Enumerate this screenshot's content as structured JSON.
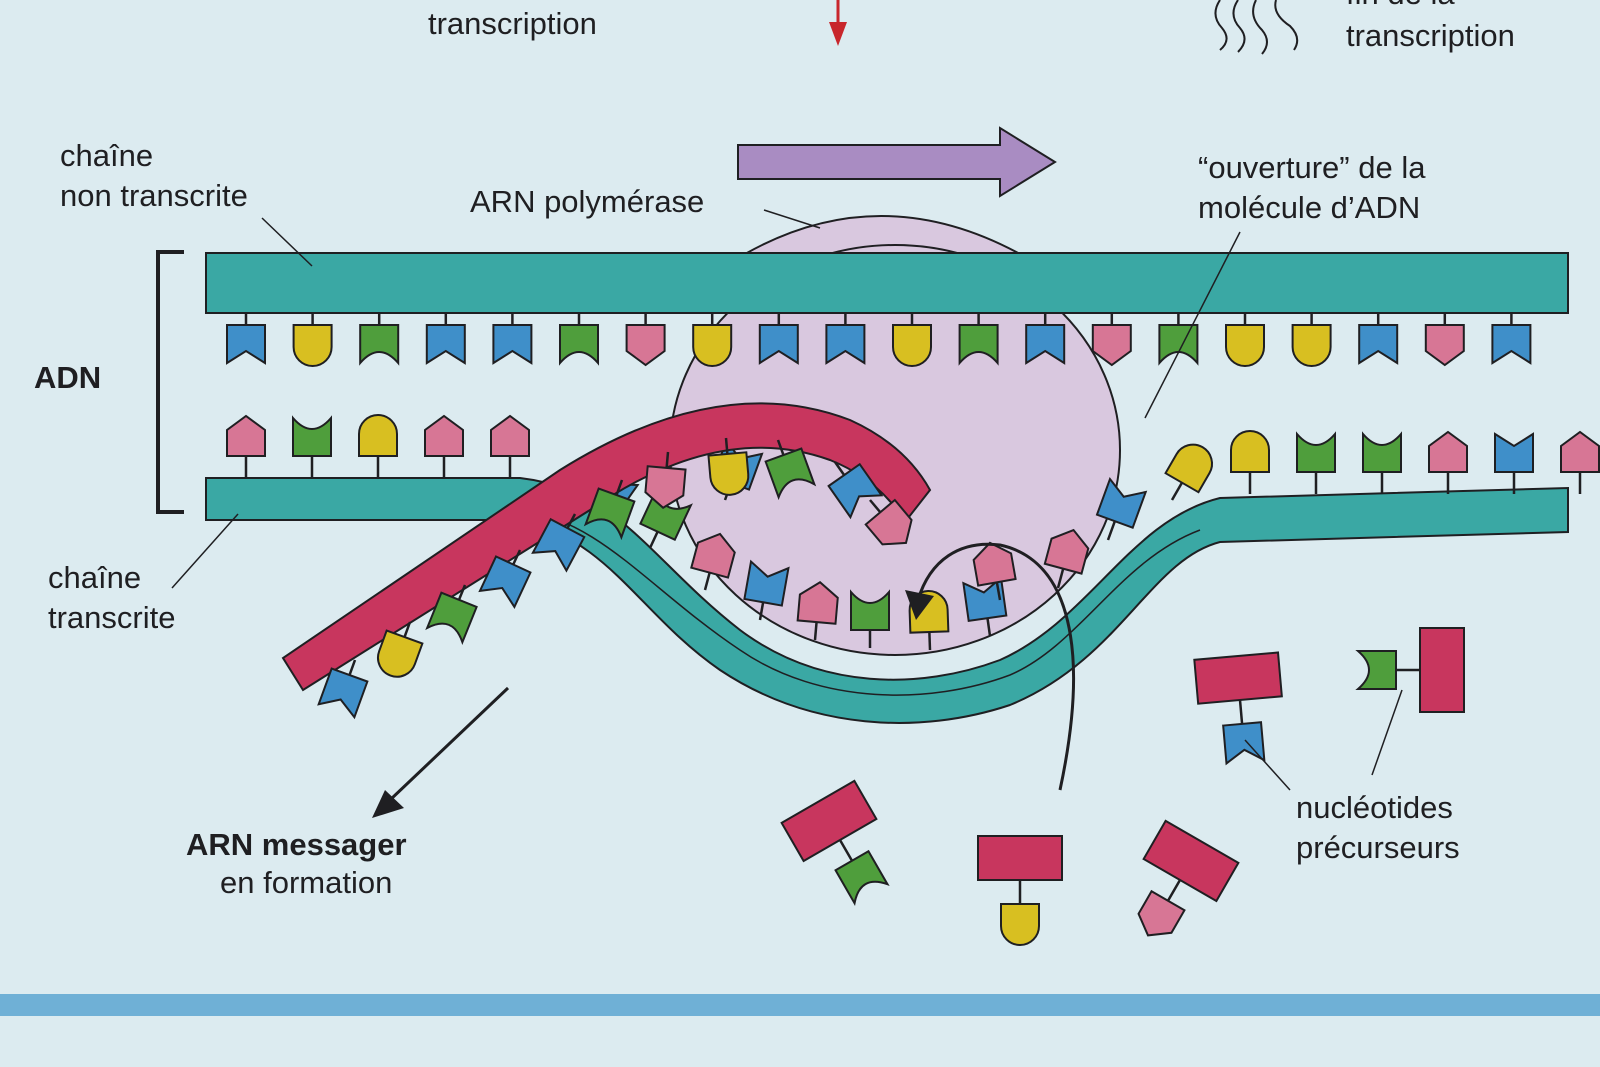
{
  "labels": {
    "top_left": "transcription",
    "top_right": "transcription",
    "top_right_cut": "fin de la",
    "non_transcribed_l1": "chaîne",
    "non_transcribed_l2": "non transcrite",
    "rna_polymerase": "ARN polymérase",
    "opening_l1": "“ouverture” de la",
    "opening_l2": "molécule d’ADN",
    "dna": "ADN",
    "transcribed_l1": "chaîne",
    "transcribed_l2": "transcrite",
    "mrna_l1": "ARN messager",
    "mrna_l2": "en formation",
    "nucleotides_l1": "nucléotides",
    "nucleotides_l2": "précurseurs"
  },
  "colors": {
    "dna_strand": "#3aa8a4",
    "rna_strand": "#c8365e",
    "polymerase": "#d9c8df",
    "base_blue": "#3f8fc9",
    "base_yellow": "#d8bf21",
    "base_green": "#4f9e3c",
    "base_pink": "#d77695",
    "direction_arrow": "#a98cc2",
    "red_arrow": "#c8262c",
    "page_bar": "#6fb0d6"
  },
  "top_bases": [
    "blue-notch",
    "yellow-round",
    "green-cup",
    "blue-notch",
    "blue-notch",
    "green-cup",
    "pink-point",
    "yellow-round",
    "blue-notch",
    "blue-notch",
    "yellow-round",
    "green-cup",
    "blue-notch",
    "pink-point",
    "green-cup",
    "yellow-round",
    "yellow-round",
    "blue-notch",
    "pink-point",
    "blue-notch"
  ],
  "bottom_left_bases": [
    "pink-point",
    "green-cup",
    "yellow-round",
    "pink-point",
    "pink-point"
  ],
  "bottom_right_bases": [
    "yellow-round",
    "green-cup",
    "green-cup",
    "pink-point",
    "blue-notch",
    "pink-point"
  ],
  "template_bases": [
    "blue-notch",
    "green-cup",
    "pink-point",
    "blue-notch",
    "pink-point",
    "green-cup",
    "yellow-round",
    "blue-notch",
    "pink-point",
    "blue-notch"
  ],
  "rna_bases": [
    "blue-notch",
    "yellow-round",
    "green-cup",
    "blue-notch",
    "blue-notch",
    "green-cup",
    "pink-point",
    "yellow-round",
    "green-cup",
    "blue-notch",
    "pink-point",
    "blue-notch"
  ],
  "free_nucleotides": [
    "green-cup",
    "yellow-round",
    "pink-point",
    "blue-notch",
    "green-cup"
  ]
}
